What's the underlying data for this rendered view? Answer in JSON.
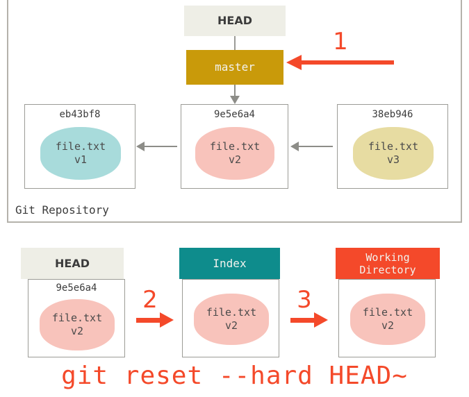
{
  "diagram": {
    "title": "git reset --hard HEAD~",
    "colors": {
      "red": "#f4492a",
      "gold": "#c99a0a",
      "teal": "#0e8c8c",
      "blob_pink": "#f8c3bb",
      "blob_cyan": "#a8dbdb",
      "blob_khaki": "#e7dca2",
      "header_gray": "#eeeee6",
      "border_gray": "#9b9b96",
      "arrow_gray": "#8d8d88"
    }
  },
  "repository": {
    "label": "Git Repository",
    "head_label": "HEAD",
    "branch_label": "master",
    "commits": [
      {
        "sha": "eb43bf8",
        "file": "file.txt",
        "version": "v1",
        "blob_color": "#a8dbdb"
      },
      {
        "sha": "9e5e6a4",
        "file": "file.txt",
        "version": "v2",
        "blob_color": "#f8c3bb"
      },
      {
        "sha": "38eb946",
        "file": "file.txt",
        "version": "v3",
        "blob_color": "#e7dca2"
      }
    ],
    "step_label": "1"
  },
  "trees": {
    "head": {
      "header": "HEAD",
      "sha": "9e5e6a4",
      "file": "file.txt",
      "version": "v2"
    },
    "index": {
      "header": "Index",
      "file": "file.txt",
      "version": "v2"
    },
    "working_directory": {
      "header_line1": "Working",
      "header_line2": "Directory",
      "file": "file.txt",
      "version": "v2"
    },
    "step_labels": {
      "head_to_index": "2",
      "index_to_wd": "3"
    }
  },
  "command": "git reset --hard HEAD~"
}
